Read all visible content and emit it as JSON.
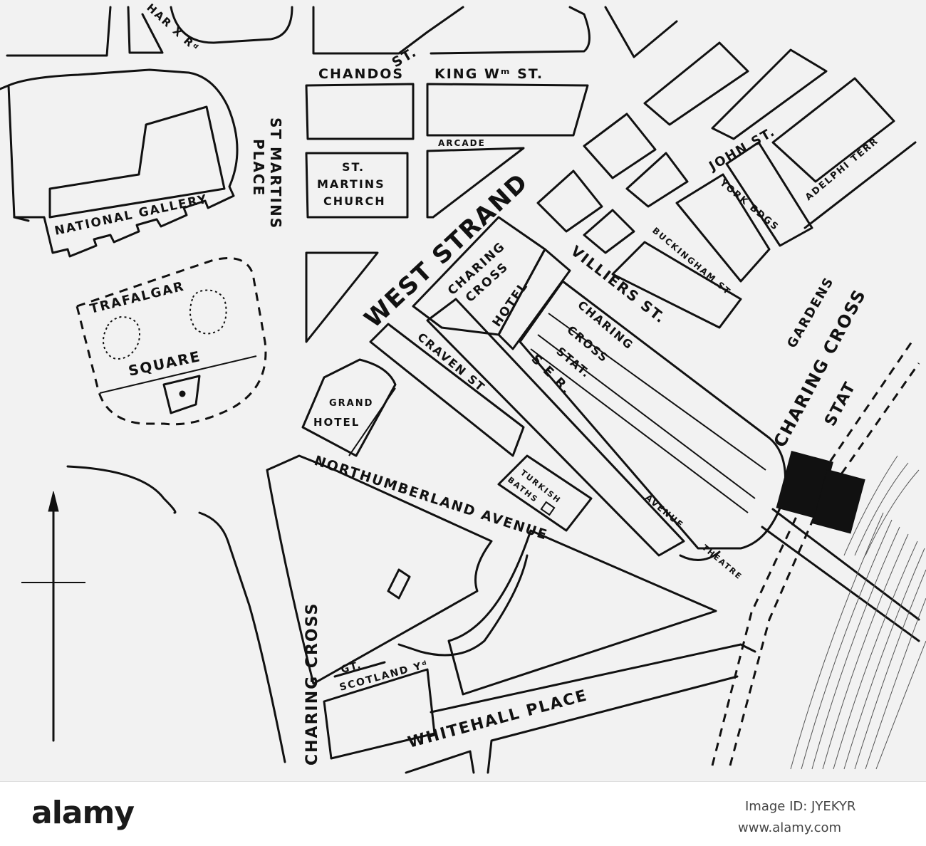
{
  "colors": {
    "ink": "#111111",
    "paper": "#f2f2f2",
    "footer_bg": "#ffffff"
  },
  "map": {
    "labels": {
      "charing_x_rd": "HAR X Rᵈ",
      "chandos_st_1": "CHANDOS",
      "chandos_st_2": "ST.",
      "king_wm_st": "KING Wᵐ ST.",
      "arcade": "ARCADE",
      "st_martins_place_1": "ST MARTINS",
      "st_martins_place_2": "PLACE",
      "st_martins_church_1": "ST.",
      "st_martins_church_2": "MARTINS",
      "st_martins_church_3": "CHURCH",
      "national_gallery": "NATIONAL GALLERY",
      "trafalgar_square_1": "TRAFALGAR",
      "trafalgar_square_2": "SQUARE",
      "west_strand": "WEST STRAND",
      "john_st": "JOHN ST.",
      "adelphi_terr": "ADELPHI TERR",
      "york_bdgs": "YORK BDGS",
      "buckingham_st": "BUCKINGHAM ST",
      "villiers_st": "VILLIERS ST.",
      "charing_cross_hotel_1": "CHARING",
      "charing_cross_hotel_2": "CROSS",
      "charing_cross_hotel_3": "HOTEL",
      "charing_cross_stat_1": "CHARING",
      "charing_cross_stat_2": "CROSS",
      "charing_cross_stat_3": "STAT.",
      "ser": "S E R.",
      "craven_st": "CRAVEN ST",
      "grand_hotel_1": "GRAND",
      "grand_hotel_2": "HOTEL",
      "northumberland_avenue": "NORTHUMBERLAND AVENUE",
      "turkish_baths_1": "TURKISH",
      "turkish_baths_2": "BATHS",
      "avenue_theatre_1": "AVENUE",
      "avenue_theatre_2": "THEATRE",
      "gardens": "GARDENS",
      "charing_cross_station_1": "CHARING CROSS",
      "charing_cross_station_2": "STAT",
      "charing_cross_road": "CHARING CROSS",
      "gt_scotland_yd_1": "GT.",
      "gt_scotland_yd_2": "SCOTLAND Yᵈ",
      "whitehall_place": "WHITEHALL PLACE"
    }
  },
  "footer": {
    "brand": "alamy",
    "image_id": "Image ID: JYEKYR",
    "url": "www.alamy.com"
  }
}
